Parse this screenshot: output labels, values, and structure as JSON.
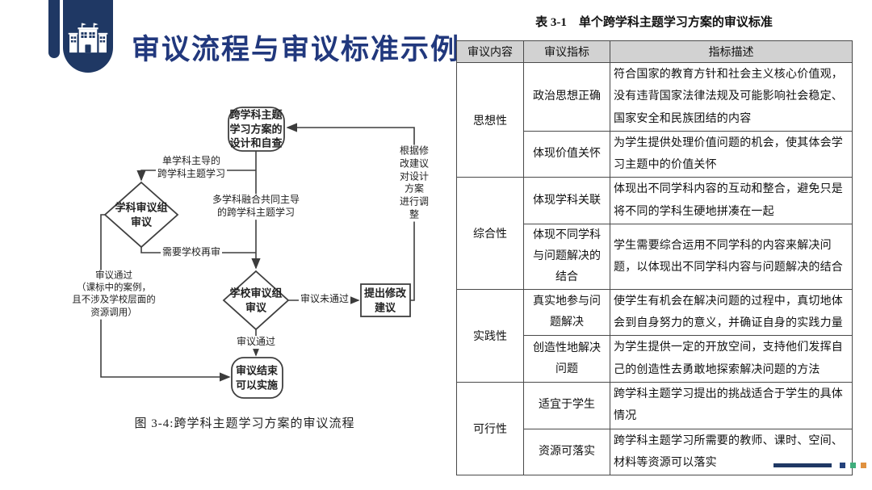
{
  "slide": {
    "title": "审议流程与审议标准示例"
  },
  "flowchart": {
    "caption": "图 3-4:跨学科主题学习方案的审议流程",
    "nodes": {
      "start": "跨学科主题\n学习方案的\n设计和自查",
      "subject_review": "学科审议组\n审议",
      "school_review": "学校审议组\n审议",
      "revise": "提出修改\n建议",
      "end": "审议结束\n可以实施"
    },
    "edge_labels": {
      "single_subject": "单学科主导的\n跨学科主题学习",
      "multi_subject": "多学科融合共同主导\n的跨学科主题学习",
      "need_school_review": "需要学校再审",
      "pass_left": "审议通过\n（课标中的案例，\n且不涉及学校层面的\n资源调用）",
      "not_pass": "审议未通过",
      "pass_down": "审议通过",
      "adjust": "根据修改建议\n对设计方案\n进行调整"
    }
  },
  "table": {
    "title": "表 3-1　单个跨学科主题学习方案的审议标准",
    "headers": [
      "审议内容",
      "审议指标",
      "指标描述"
    ],
    "groups": [
      {
        "category": "思想性",
        "rows": [
          {
            "indicator": "政治思想正确",
            "description": "符合国家的教育方针和社会主义核心价值观，没有违背国家法律法规及可能影响社会稳定、国家安全和民族团结的内容"
          },
          {
            "indicator": "体现价值关怀",
            "description": "为学生提供处理价值问题的机会，使其体会学习主题中的价值关怀"
          }
        ]
      },
      {
        "category": "综合性",
        "rows": [
          {
            "indicator": "体现学科关联",
            "description": "体现出不同学科内容的互动和整合，避免只是将不同的学科生硬地拼凑在一起"
          },
          {
            "indicator": "体现不同学科\n与问题解决的\n结合",
            "description": "学生需要综合运用不同学科的内容来解决问题，以体现出不同学科内容与问题解决的结合"
          }
        ]
      },
      {
        "category": "实践性",
        "rows": [
          {
            "indicator": "真实地参与问\n题解决",
            "description": "使学生有机会在解决问题的过程中，真切地体会到自身努力的意义，并确证自身的实践力量"
          },
          {
            "indicator": "创造性地解决\n问题",
            "description": "为学生提供一定的开放空间，支持他们发挥自己的创造性去勇敢地探索解决问题的方法"
          }
        ]
      },
      {
        "category": "可行性",
        "rows": [
          {
            "indicator": "适宜于学生",
            "description": "跨学科主题学习提出的挑战适合于学生的具体情况"
          },
          {
            "indicator": "资源可落实",
            "description": "跨学科主题学习所需要的教师、课时、空间、材料等资源可以落实"
          }
        ]
      }
    ]
  },
  "footer": {
    "accent_navy": "#1f3864",
    "square_colors": [
      "#24427c",
      "#3fae7c",
      "#e0913f"
    ]
  }
}
